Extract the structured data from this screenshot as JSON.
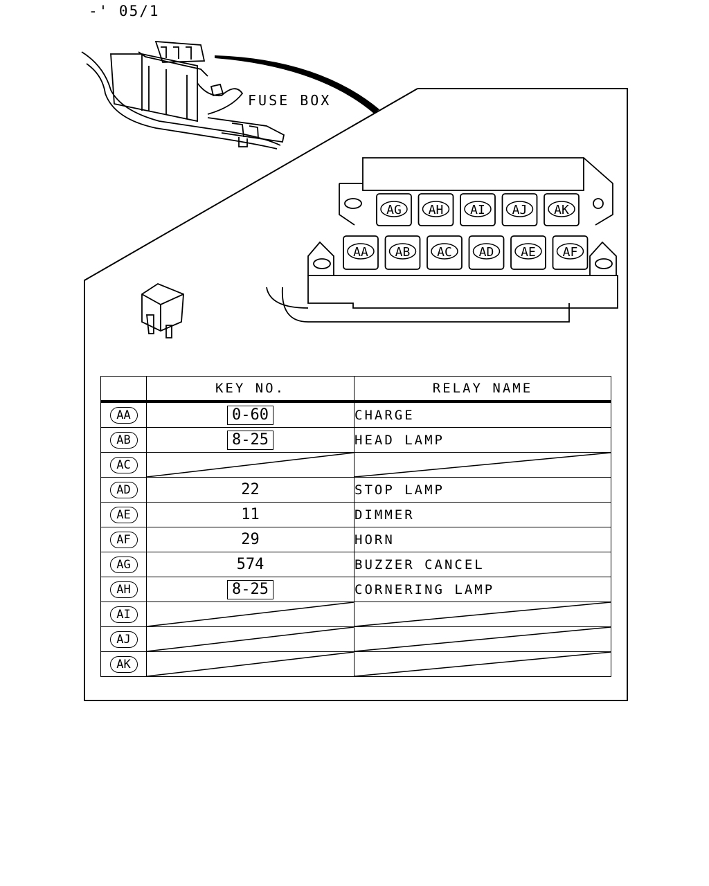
{
  "header": {
    "date_code": "-' 05/1"
  },
  "diagram": {
    "fuse_box_label": "FUSE BOX",
    "top_row_slots": [
      "AG",
      "AH",
      "AI",
      "AJ",
      "AK"
    ],
    "bottom_row_slots": [
      "AA",
      "AB",
      "AC",
      "AD",
      "AE",
      "AF"
    ]
  },
  "table": {
    "headers": {
      "id": "",
      "key": "KEY NO.",
      "name": "RELAY NAME"
    },
    "rows": [
      {
        "id": "AA",
        "key": "0-60",
        "boxed": true,
        "name": "CHARGE"
      },
      {
        "id": "AB",
        "key": "8-25",
        "boxed": true,
        "name": "HEAD LAMP"
      },
      {
        "id": "AC",
        "key": "",
        "boxed": false,
        "name": "",
        "empty": true
      },
      {
        "id": "AD",
        "key": "22",
        "boxed": false,
        "name": "STOP LAMP"
      },
      {
        "id": "AE",
        "key": "11",
        "boxed": false,
        "name": "DIMMER"
      },
      {
        "id": "AF",
        "key": "29",
        "boxed": false,
        "name": "HORN"
      },
      {
        "id": "AG",
        "key": "574",
        "boxed": false,
        "name": "BUZZER CANCEL"
      },
      {
        "id": "AH",
        "key": "8-25",
        "boxed": true,
        "name": "CORNERING LAMP"
      },
      {
        "id": "AI",
        "key": "",
        "boxed": false,
        "name": "",
        "empty": true
      },
      {
        "id": "AJ",
        "key": "",
        "boxed": false,
        "name": "",
        "empty": true
      },
      {
        "id": "AK",
        "key": "",
        "boxed": false,
        "name": "",
        "empty": true
      }
    ]
  }
}
